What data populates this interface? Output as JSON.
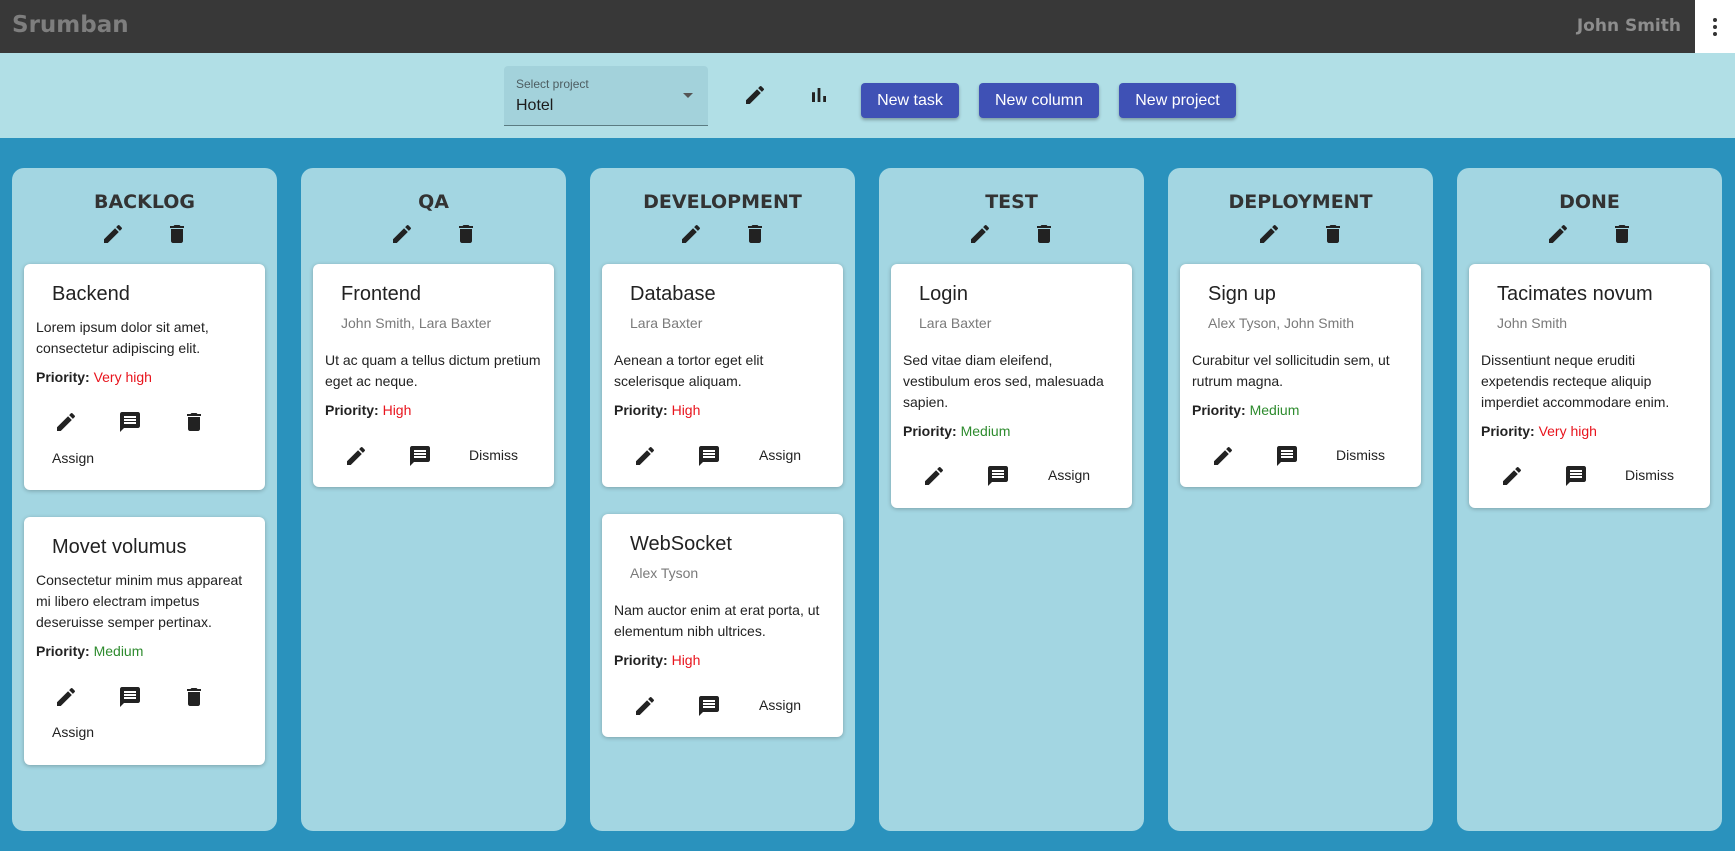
{
  "app": {
    "brand": "Srumban",
    "user": "John Smith"
  },
  "toolbar": {
    "select_label": "Select project",
    "select_value": "Hotel",
    "new_task": "New task",
    "new_column": "New column",
    "new_project": "New project"
  },
  "priority_label": "Priority:",
  "columns": [
    {
      "title": "BACKLOG"
    },
    {
      "title": "QA"
    },
    {
      "title": "DEVELOPMENT"
    },
    {
      "title": "TEST"
    },
    {
      "title": "DEPLOYMENT"
    },
    {
      "title": "DONE"
    }
  ],
  "cards": {
    "backend": {
      "title": "Backend",
      "desc": "Lorem ipsum dolor sit amet, consectetur adipiscing elit.",
      "priority": "Very high",
      "action": "Assign"
    },
    "movet": {
      "title": "Movet volumus",
      "desc": "Consectetur minim mus appareat mi libero electram impetus deseruisse semper pertinax.",
      "priority": "Medium",
      "action": "Assign"
    },
    "frontend": {
      "title": "Frontend",
      "assignees": "John Smith, Lara Baxter",
      "desc": "Ut ac quam a tellus dictum pretium eget ac neque.",
      "priority": "High",
      "action": "Dismiss"
    },
    "database": {
      "title": "Database",
      "assignees": "Lara Baxter",
      "desc": "Aenean a tortor eget elit scelerisque aliquam.",
      "priority": "High",
      "action": "Assign"
    },
    "websocket": {
      "title": "WebSocket",
      "assignees": "Alex Tyson",
      "desc": "Nam auctor enim at erat porta, ut elementum nibh ultrices.",
      "priority": "High",
      "action": "Assign"
    },
    "login": {
      "title": "Login",
      "assignees": "Lara Baxter",
      "desc": "Sed vitae diam eleifend, vestibulum eros sed, malesuada sapien.",
      "priority": "Medium",
      "action": "Assign"
    },
    "signup": {
      "title": "Sign up",
      "assignees": "Alex Tyson, John Smith",
      "desc": "Curabitur vel sollicitudin sem, ut rutrum magna.",
      "priority": "Medium",
      "action": "Dismiss"
    },
    "tacimates": {
      "title": "Tacimates novum",
      "assignees": "John Smith",
      "desc": "Dissentiunt neque eruditi expetendis recteque aliquip imperdiet accommodare enim.",
      "priority": "Very high",
      "action": "Dismiss"
    }
  },
  "colors": {
    "topbar": "#383838",
    "toolbar": "#b1dfe6",
    "board": "#2a92bd",
    "column": "#a3d6e2",
    "button": "#3f51b5",
    "priority_red": "#e8141d",
    "priority_green": "#2e8b2e"
  },
  "icons": [
    "more-vert-icon",
    "pencil-icon",
    "bar-chart-icon",
    "trash-icon",
    "comment-icon",
    "dropdown-caret-icon"
  ]
}
